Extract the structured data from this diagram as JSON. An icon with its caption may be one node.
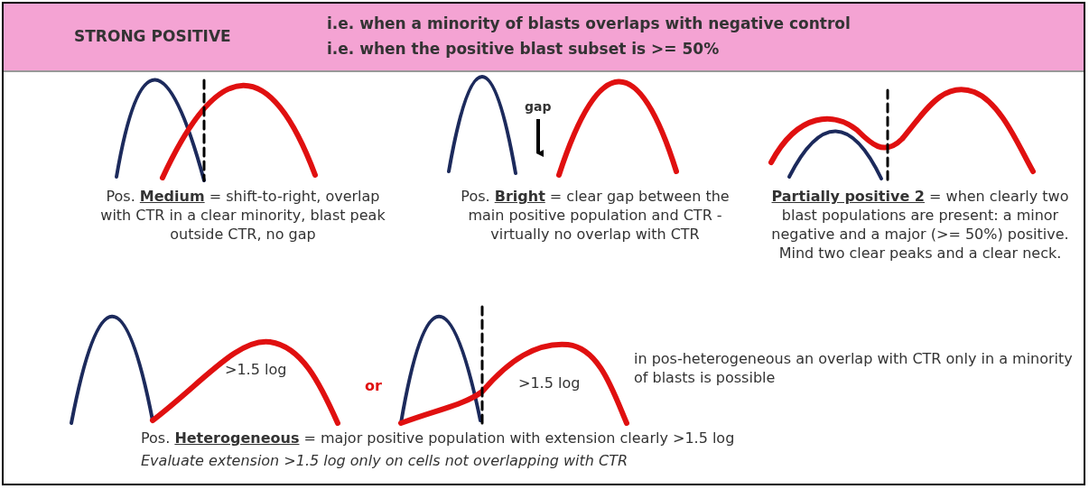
{
  "diagram": {
    "title": "STRONG POSITIVE",
    "labels": [
      "i.e. when a minority of blasts overlaps with negative control",
      "i.e. when the positive blast subset is >= 50%",
      "gap",
      "Pos. **Medium** = shift-to-right, overlap with CTR in a clear minority, blast peak outside CTR, no gap",
      "Pos. **Bright** = clear gap between the main positive population and CTR - virtually no overlap with CTR",
      "**Partially positive 2** = when clearly two blast populations are present: a minor negative and a major (>= 50%) positive. Mind two clear peaks and a clear neck.",
      ">1.5 log",
      "or",
      ">1.5 log",
      "in pos-heterogeneous an overlap with CTR only in a minority of blasts is possible",
      "Pos. **Heterogeneous** = major positive population with extension clearly >1.5 log",
      "Evaluate extension >1.5 log only on cells not overlapping with CTR"
    ]
  }
}
